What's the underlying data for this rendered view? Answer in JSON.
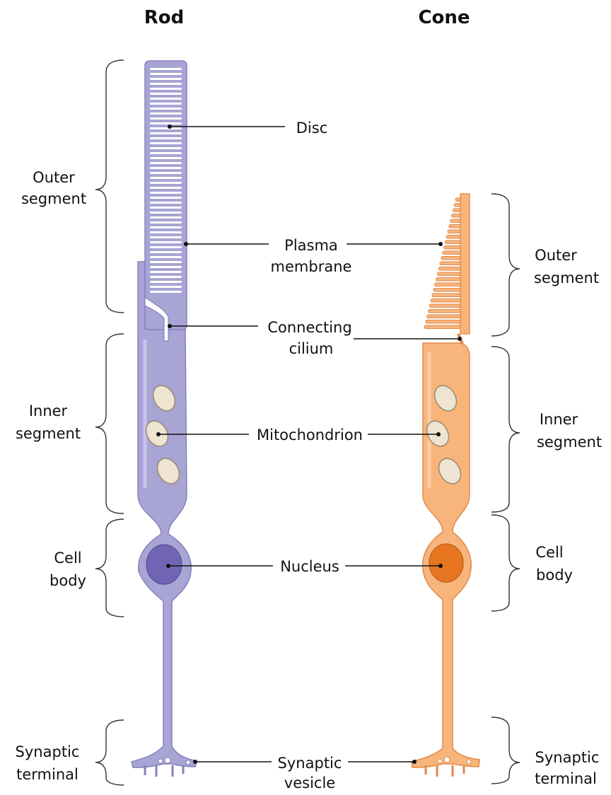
{
  "titles": {
    "rod": "Rod",
    "cone": "Cone"
  },
  "left_regions": {
    "outer": [
      "Outer",
      "segment"
    ],
    "inner": [
      "Inner",
      "segment"
    ],
    "body": [
      "Cell",
      "body"
    ],
    "terminal": [
      "Synaptic",
      "terminal"
    ]
  },
  "right_regions": {
    "outer": [
      "Outer",
      "segment"
    ],
    "inner": [
      "Inner",
      "segment"
    ],
    "body": [
      "Cell",
      "body"
    ],
    "terminal": [
      "Synaptic",
      "terminal"
    ]
  },
  "center_labels": {
    "disc": [
      "Disc"
    ],
    "plasma": [
      "Plasma",
      "membrane"
    ],
    "cilium": [
      "Connecting",
      "cilium"
    ],
    "mito": [
      "Mitochondrion"
    ],
    "nucleus": [
      "Nucleus"
    ],
    "vesicle": [
      "Synaptic",
      "vesicle"
    ]
  },
  "colors": {
    "rod_fill": "#a8a4d4",
    "rod_dark": "#8580bf",
    "rod_nucleus": "#7065b4",
    "cone_fill": "#f7b57c",
    "cone_dark": "#e2894a",
    "cone_nucleus": "#e87520",
    "mito_fill": "#efe4d2",
    "mito_stroke": "#9a8a70"
  }
}
